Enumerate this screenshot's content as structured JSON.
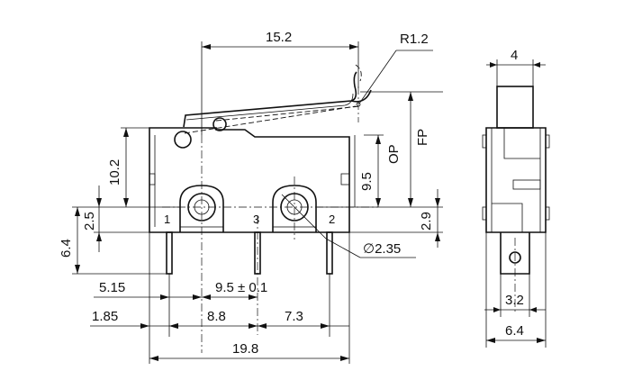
{
  "front_view": {
    "top_width": "15.2",
    "radius": "R1.2",
    "height_left": "10.2",
    "op": "OP",
    "fp": "FP",
    "height_95": "9.5",
    "offset_29": "2.9",
    "offset_25": "2.5",
    "height_64": "6.4",
    "hole_dia": "∅2.35",
    "pin_1": "1",
    "pin_3": "3",
    "pin_2": "2",
    "dim_515": "5.15",
    "pitch": "9.5 ± 0.1",
    "dim_185": "1.85",
    "dim_88": "8.8",
    "dim_73": "7.3",
    "overall_width": "19.8"
  },
  "side_view": {
    "plunger_width": "4",
    "terminal_width": "3.2",
    "body_width": "6.4"
  }
}
